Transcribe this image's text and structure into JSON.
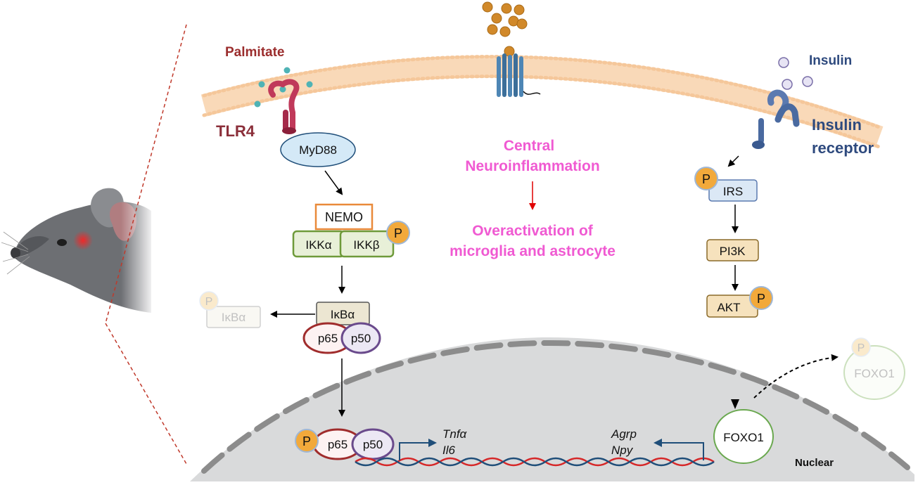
{
  "labels": {
    "palmitate": "Palmitate",
    "tlr4": "TLR4",
    "myd88": "MyD88",
    "nemo": "NEMO",
    "ikka": "IKKα",
    "ikkb": "IKKβ",
    "p": "P",
    "ikba": "IκBα",
    "ikba_faded": "IκBα",
    "p65": "p65",
    "p50": "p50",
    "central": "Central",
    "neuroinflammation": "Neuroinflammation",
    "overactivation_1": "Overactivation of",
    "overactivation_2": "microglia and astrocyte",
    "insulin": "Insulin",
    "insulin_receptor_1": "Insulin",
    "insulin_receptor_2": "receptor",
    "irs": "IRS",
    "pi3k": "PI3K",
    "akt": "AKT",
    "foxo1": "FOXO1",
    "foxo1_faded": "FOXO1",
    "tnfa": "Tnfα",
    "il6": "Il6",
    "agrp": "Agrp",
    "npy": "Npy",
    "nuclear": "Nuclear"
  },
  "colors": {
    "palmitate": "#9b2d2d",
    "tlr4": "#8b2f3a",
    "pink_text": "#f05ad2",
    "insulin_text": "#2e4a7e",
    "red_arrow": "#e00000",
    "phospho": "#f2a93b",
    "nucleus": "#d9dadb"
  }
}
